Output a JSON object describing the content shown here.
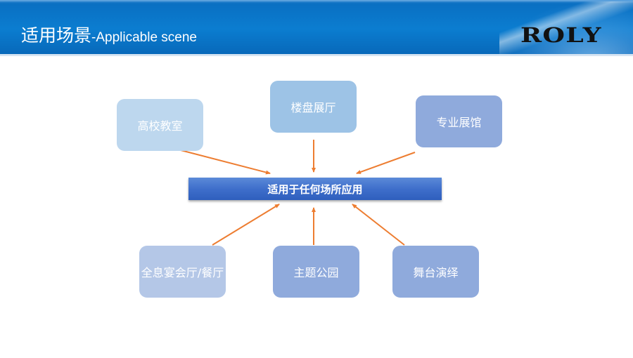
{
  "header": {
    "title_zh": "适用场景",
    "title_en": "-Applicable scene",
    "logo": "ROLY"
  },
  "center": {
    "label": "适用于任何场所应用"
  },
  "scenes": [
    {
      "label": "高校教室",
      "color": "#bdd7ee"
    },
    {
      "label": "楼盘展厅",
      "color": "#9dc3e6"
    },
    {
      "label": "专业展馆",
      "color": "#8faadc"
    },
    {
      "label": "全息宴会厅/餐厅",
      "color": "#b4c7e7"
    },
    {
      "label": "主题公园",
      "color": "#8faadc"
    },
    {
      "label": "舞台演绎",
      "color": "#8faadc"
    }
  ],
  "colors": {
    "arrow": "#ed7d31",
    "center": "#4472c4"
  }
}
